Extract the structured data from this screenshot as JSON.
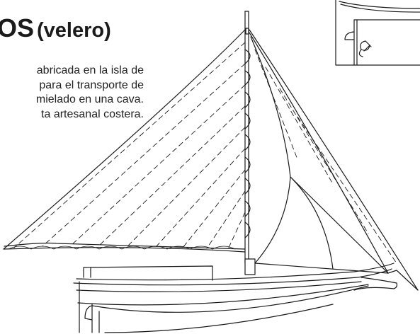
{
  "title": {
    "main": "OS",
    "sub": "(velero)"
  },
  "description": {
    "lines": [
      "abricada en la isla de",
      "para el transporte de",
      "mielado en una cava.",
      "ta artesanal costera."
    ]
  },
  "colors": {
    "ink": "#1a1a1a",
    "background": "#ffffff"
  }
}
